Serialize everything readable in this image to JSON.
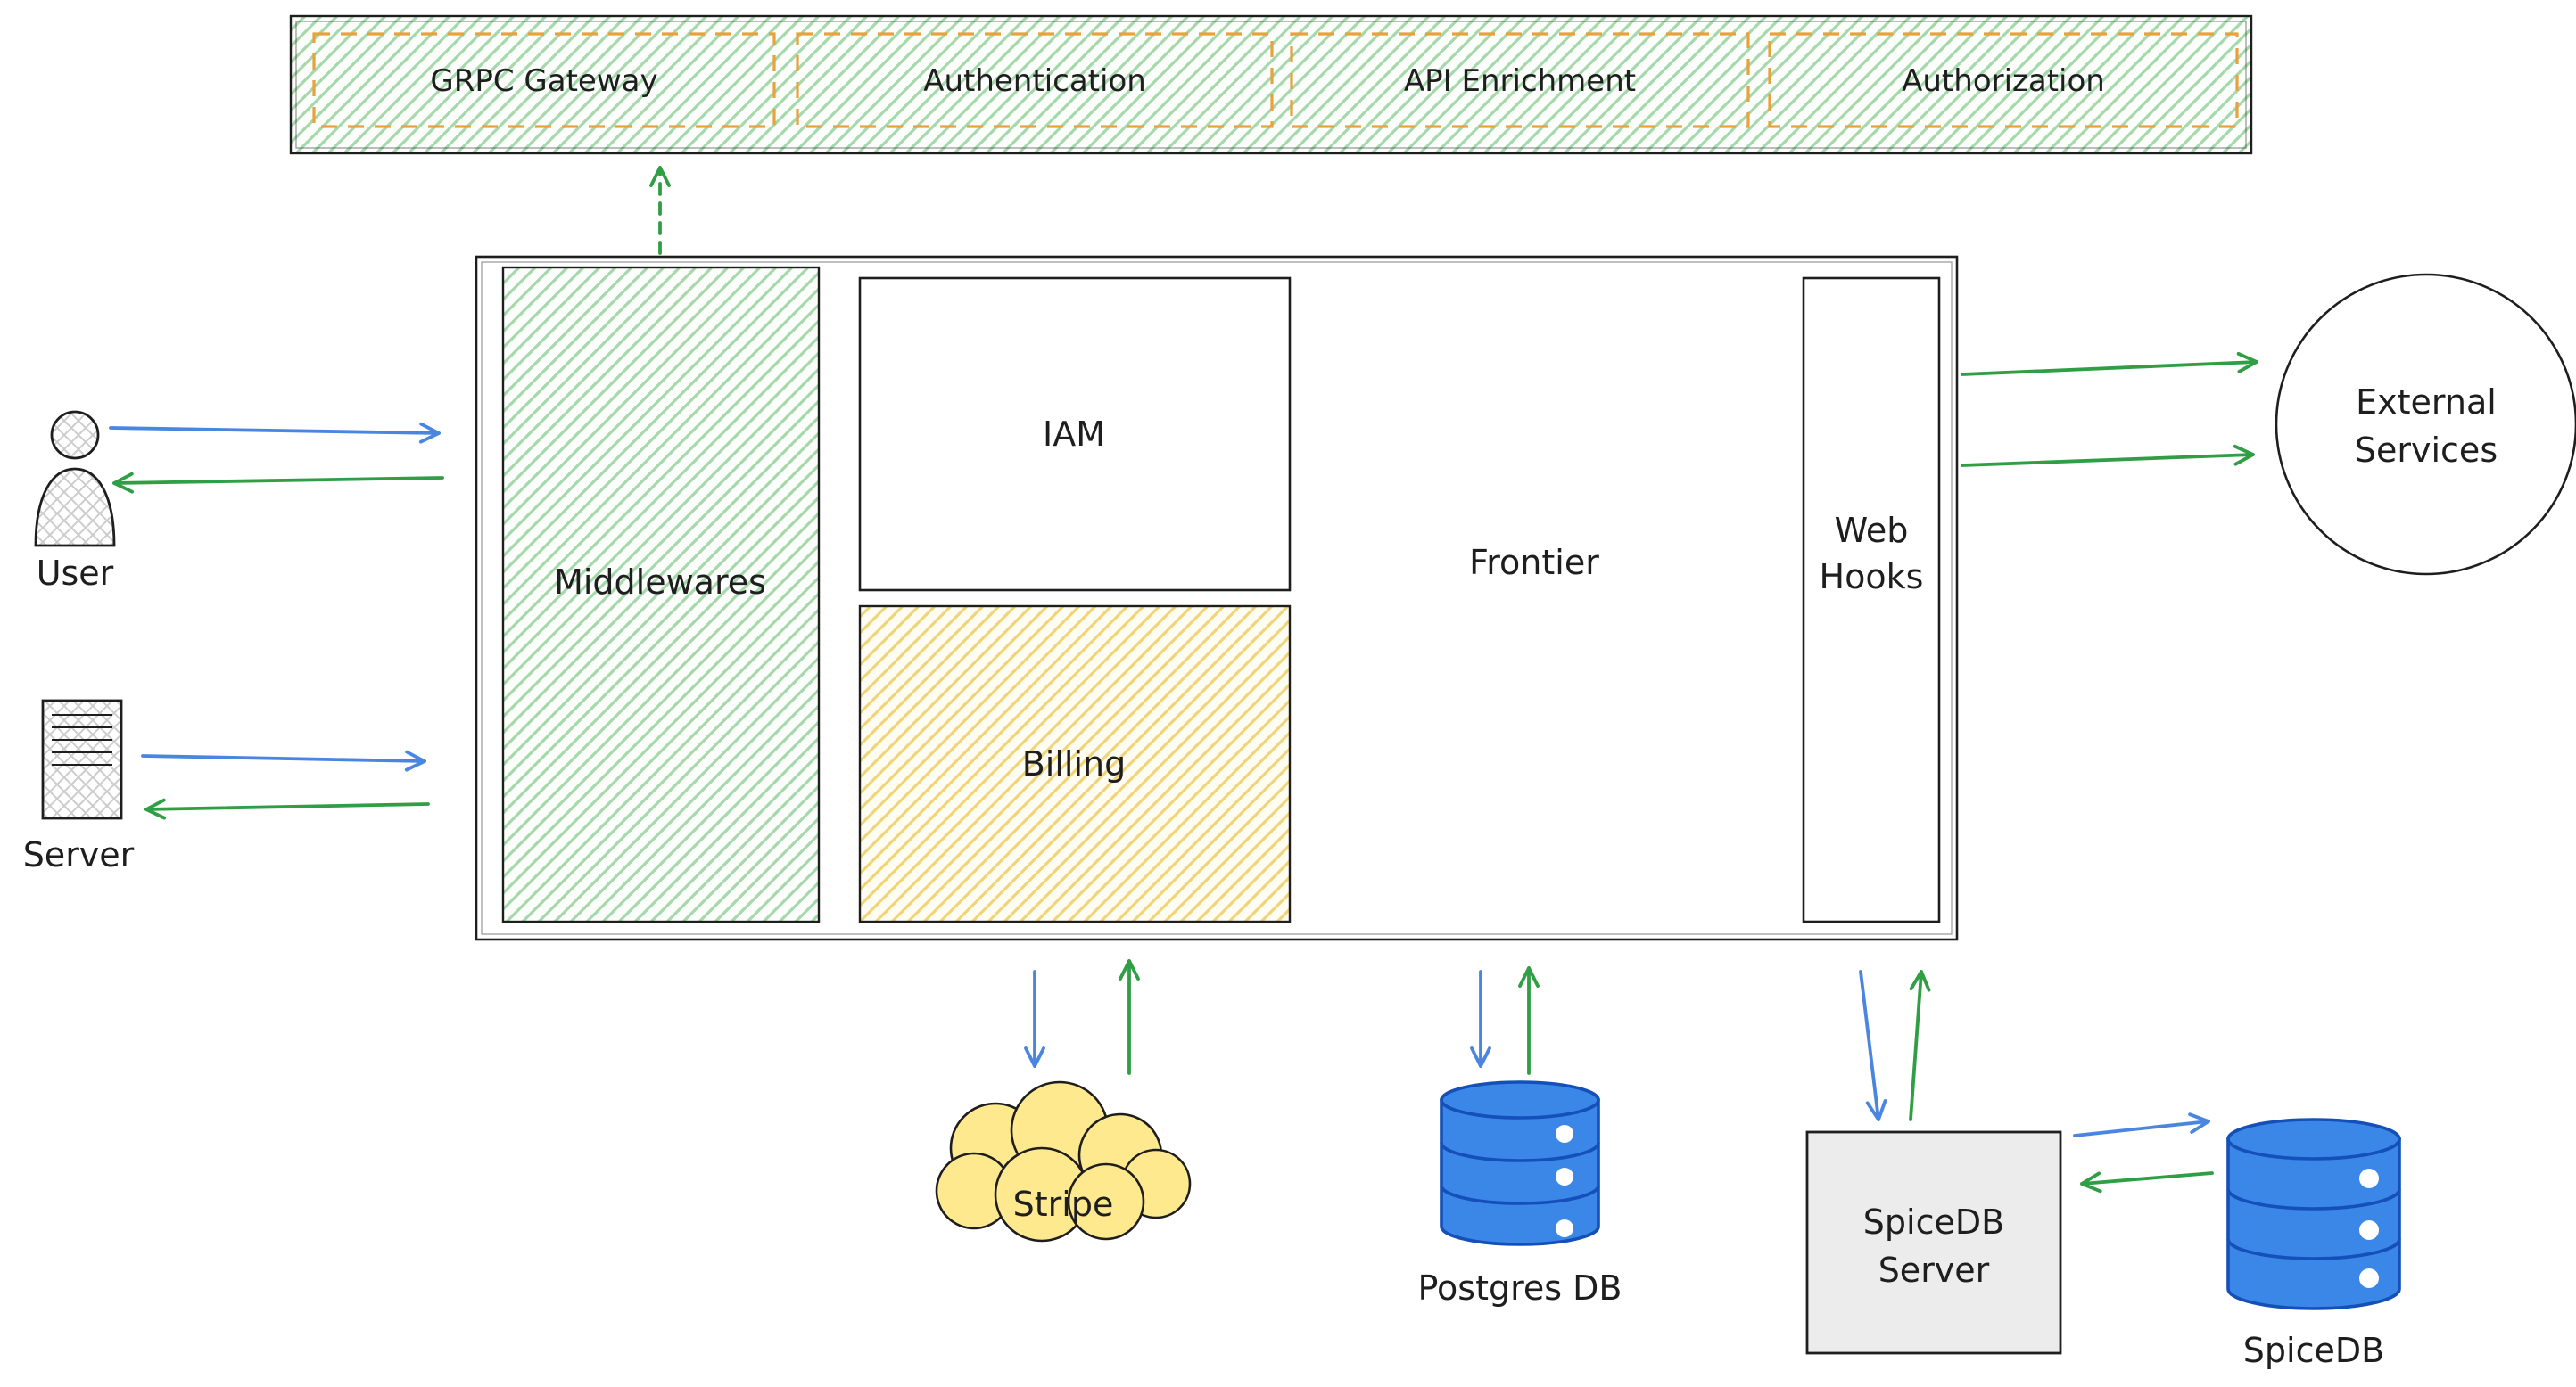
{
  "pipeline_bar": {
    "items": [
      {
        "label": "GRPC Gateway"
      },
      {
        "label": "Authentication"
      },
      {
        "label": "API Enrichment"
      },
      {
        "label": "Authorization"
      }
    ]
  },
  "frontier": {
    "label": "Frontier",
    "middlewares": "Middlewares",
    "iam": "IAM",
    "billing": "Billing",
    "webhooks": {
      "line1": "Web",
      "line2": "Hooks"
    }
  },
  "actors": {
    "user": "User",
    "server": "Server"
  },
  "external_services": {
    "line1": "External",
    "line2": "Services"
  },
  "stores": {
    "stripe": "Stripe",
    "postgres": "Postgres DB",
    "spicedb_server": {
      "line1": "SpiceDB",
      "line2": "Server"
    },
    "spicedb": "SpiceDB"
  },
  "colors": {
    "ink": "#1e1e1e",
    "arrow_blue": "#4a85e0",
    "arrow_green": "#2f9e44",
    "hatch_green_line": "#a5d8ab",
    "hatch_green_bg": "#fbfefb",
    "hatch_yellow_line": "#f2d478",
    "hatch_yellow_bg": "#fffdf2",
    "dashed_orange": "#e8a23d",
    "db_blue_fill": "#3b87e8",
    "db_blue_stroke": "#1450b8",
    "cloud_yellow": "#ffe98f",
    "gray_box": "#ececec"
  }
}
